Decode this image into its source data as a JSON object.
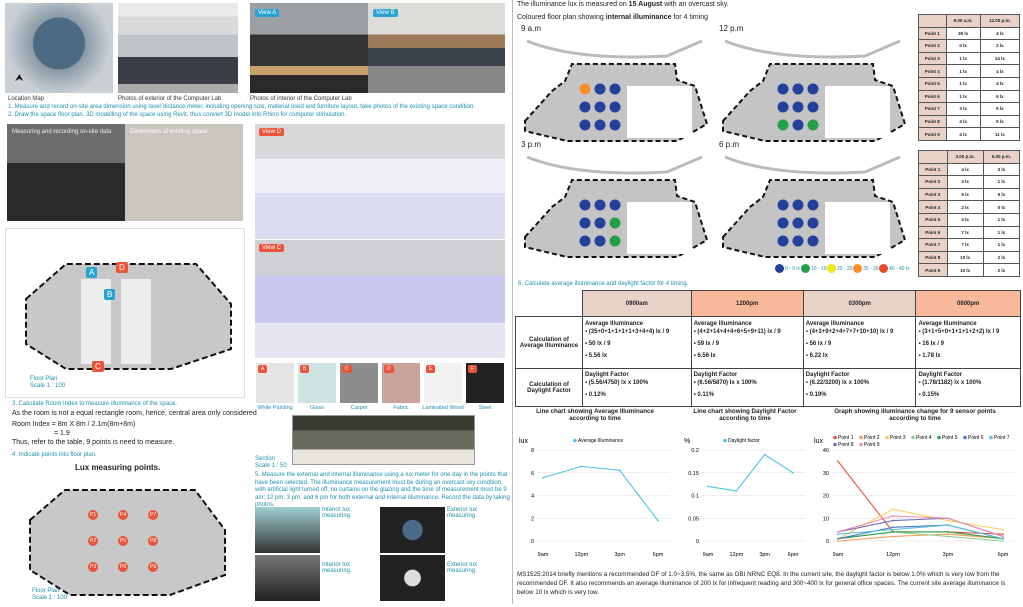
{
  "left": {
    "captions": {
      "location": "Location Map",
      "exterior": "Photos of exterior of the Computer Lab",
      "interior": "Photos of interior of the Computer Lab"
    },
    "view_tags": {
      "a": "View A",
      "b": "View B",
      "c": "View C",
      "d": "View D"
    },
    "steps": {
      "s1": "1. Measure and record on-site area dimension using laser distance meter, including opening size, material used and furniture layout, take photos of the existing space condition.",
      "s2": "2. Draw the space floor plan, 3D modelling of the space using Revit, thus convert 3D model into Rhino for computer stimulation.",
      "s3": "3. Calculate Room Index to measure illuminance of the space.",
      "s4": "4. Indicate points into floor plan.",
      "s5": "5. Measure the external and internal illuminance using a lux meter for one day in the points that have been selected. The illuminance measurement must be during an overcast sky condition, with artificial light turned off, no curtains on the glazing and the time of measurement must be 9 am; 12 pm; 3 pm; and 6 pm for both external and internal illuminance. Record the data by taking photos."
    },
    "photo_labels": {
      "measuring": "Measuring and recording on-site data",
      "dimensions": "Dimensions of existing space"
    },
    "floor_plan": {
      "title": "Floor Plan",
      "scale": "Scale 1 : 100",
      "markers": [
        "A",
        "B",
        "C",
        "D"
      ]
    },
    "room_index": {
      "l1": "As the room is not a equal rectangle room, hence, central area only considered",
      "l2": "Room Index = 8m X 8m / 2.1m(8m+8m)",
      "l3": "= 1.9",
      "l4": "Thus, refer to the table, 9 points is need to measure."
    },
    "lux_plan": {
      "title": "Lux measuring points.",
      "floor": "Floor Plan",
      "scale": "Scale 1 : 100",
      "points": [
        "P1",
        "P2",
        "P3",
        "P4",
        "P5",
        "P6",
        "P7",
        "P8",
        "P9"
      ]
    },
    "materials": [
      {
        "tag": "A",
        "name": "White Painting"
      },
      {
        "tag": "B",
        "name": "Glass"
      },
      {
        "tag": "C",
        "name": "Carpet"
      },
      {
        "tag": "D",
        "name": "Fabric"
      },
      {
        "tag": "E",
        "name": "Laminated Wood"
      },
      {
        "tag": "F",
        "name": "Steel"
      }
    ],
    "section": {
      "title": "Section",
      "scale": "Scale 1 : 50"
    },
    "lux_photos": {
      "interior1": "Interior lux measuring.",
      "exterior1": "Exterior lux measuring.",
      "interior2": "Interior lux measuring.",
      "exterior2": "Exterior lux measuring."
    }
  },
  "right": {
    "headline_pre": "The illuminance lux is measured on ",
    "headline_date": "15 August",
    "headline_post": " with an overcast sky.",
    "sub_pre": "Coloured floor plan showing ",
    "sub_bold": "internal illuminance",
    "sub_post": " for 4 timing",
    "plans": [
      {
        "label": "9 a.m"
      },
      {
        "label": "12 p.m"
      },
      {
        "label": "3 p.m"
      },
      {
        "label": "6 p.m"
      }
    ],
    "legend": [
      {
        "label": "0 - 9 lx",
        "color": "#23409a"
      },
      {
        "label": "10 - 19 lx",
        "color": "#22a04a"
      },
      {
        "label": "20 - 29 lx",
        "color": "#f2e51c"
      },
      {
        "label": "30 - 39 lx",
        "color": "#f7902a"
      },
      {
        "label": "40 - 49 lx",
        "color": "#ea4a2a"
      }
    ],
    "table1": {
      "headers": [
        "",
        "9.00 a.m.",
        "12.00 p.m."
      ],
      "rows": [
        [
          "Point 1",
          "35 lx",
          "4 lx"
        ],
        [
          "Point 2",
          "0 lx",
          "2 lx"
        ],
        [
          "Point 3",
          "1 lx",
          "14 lx"
        ],
        [
          "Point 4",
          "1 lx",
          "4 lx"
        ],
        [
          "Point 5",
          "1 lx",
          "4 lx"
        ],
        [
          "Point 6",
          "1 lx",
          "6 lx"
        ],
        [
          "Point 7",
          "3 lx",
          "5 lx"
        ],
        [
          "Point 8",
          "4 lx",
          "9 lx"
        ],
        [
          "Point 9",
          "4 lx",
          "11 lx"
        ]
      ]
    },
    "table2": {
      "headers": [
        "",
        "3.00 p.m.",
        "6.00 p.m."
      ],
      "rows": [
        [
          "Point 1",
          "4 lx",
          "3 lx"
        ],
        [
          "Point 2",
          "3 lx",
          "1 lx"
        ],
        [
          "Point 3",
          "9 lx",
          "5 lx"
        ],
        [
          "Point 4",
          "2 lx",
          "0 lx"
        ],
        [
          "Point 5",
          "4 lx",
          "1 lx"
        ],
        [
          "Point 6",
          "7 lx",
          "1 lx"
        ],
        [
          "Point 7",
          "7 lx",
          "1 lx"
        ],
        [
          "Point 8",
          "10 lx",
          "2 lx"
        ],
        [
          "Point 9",
          "10 lx",
          "2 lx"
        ]
      ]
    },
    "step6": "6. Calculate average illuminance and daylight factor for 4 timing.",
    "calc": {
      "headers": [
        "0900am",
        "1200pm",
        "0300pm",
        "0600pm"
      ],
      "row1_label": "Calculation of Average Illuminance",
      "row2_label": "Calculation of Daylight Factor",
      "avg": [
        {
          "t": "Average Illuminance",
          "f": "▪ (35+0+1+1+1+1+3+4+4) lx / 9",
          "s": "▪ 50 lx / 9",
          "r": "▪ 5.56 lx"
        },
        {
          "t": "Average Illuminance",
          "f": "▪ (4+2+14+4+4+6+5+9+11) lx / 9",
          "s": "▪ 59 lx / 9",
          "r": "▪ 6.56 lx"
        },
        {
          "t": "Average Illuminance",
          "f": "▪ (4+3+9+2+4+7+7+10+10) lx / 9",
          "s": "▪ 56 lx / 9",
          "r": "▪ 6.22 lx"
        },
        {
          "t": "Average Illuminance",
          "f": "▪ (3+1+5+0+1+1+1+2+2) lx / 9",
          "s": "▪ 16 lx / 9",
          "r": "▪ 1.78 lx"
        }
      ],
      "df": [
        {
          "t": "Daylight Factor",
          "f": "▪ (5.56/4750) lx x 100%",
          "r": "▪ 0.12%"
        },
        {
          "t": "Daylight Factor",
          "f": "▪ (6.56/5870) lx x 100%",
          "r": "▪ 0.11%"
        },
        {
          "t": "Daylight Factor",
          "f": "▪ (6.22/3200) lx x 100%",
          "r": "▪ 0.19%"
        },
        {
          "t": "Daylight Factor",
          "f": "▪ (1.78/1182) lx x 100%",
          "r": "▪ 0.15%"
        }
      ]
    },
    "conclusion": "MS1525:2014 briefly mentions a recommended DF of 1.0~3.5%, the same as GBI NRNC EQ8. In the current site, the daylight factor is below 1.0% which is very low from the recommended DF. It also recommends an average illuminance of 200 lx for infrequent reading and 300~400 lx for general office spaces. The current site average illuminance is below 10 lx which is very low."
  },
  "chart_data": [
    {
      "type": "line",
      "title": "Line chart showing Average Illuminance according to time",
      "ylabel": "lux",
      "categories": [
        "9am",
        "12pm",
        "3pm",
        "6pm"
      ],
      "ylim": [
        0,
        8
      ],
      "yticks": [
        "0",
        "2",
        "4",
        "6",
        "8"
      ],
      "series": [
        {
          "name": "Average Illuminance",
          "values": [
            5.56,
            6.56,
            6.22,
            1.78
          ],
          "color": "#4cc3e6"
        }
      ]
    },
    {
      "type": "line",
      "title": "Line chart showing  Daylight Factor according to time",
      "ylabel": "%",
      "categories": [
        "9am",
        "12pm",
        "3pm",
        "6pm"
      ],
      "ylim": [
        0,
        0.2
      ],
      "yticks": [
        "0",
        "0.05",
        "0.1",
        "0.15",
        "0.2"
      ],
      "series": [
        {
          "name": "Daylight factor",
          "values": [
            0.12,
            0.11,
            0.19,
            0.15
          ],
          "color": "#4cc3e6"
        }
      ]
    },
    {
      "type": "line",
      "title": "Graph showing illuminance change for 9 sensor points according to time",
      "ylabel": "lux",
      "categories": [
        "9am",
        "12pm",
        "3pm",
        "6pm"
      ],
      "ylim": [
        0,
        40
      ],
      "yticks": [
        "0",
        "10",
        "20",
        "30",
        "40"
      ],
      "series": [
        {
          "name": "Point 1",
          "values": [
            35,
            4,
            4,
            3
          ],
          "color": "#ea553a"
        },
        {
          "name": "Point 2",
          "values": [
            0,
            2,
            3,
            1
          ],
          "color": "#f5a05a"
        },
        {
          "name": "Point 3",
          "values": [
            1,
            14,
            9,
            5
          ],
          "color": "#f7d25a"
        },
        {
          "name": "Point 4",
          "values": [
            1,
            4,
            2,
            0
          ],
          "color": "#8fd18f"
        },
        {
          "name": "Point 5",
          "values": [
            1,
            4,
            4,
            1
          ],
          "color": "#2e9e4f"
        },
        {
          "name": "Point 6",
          "values": [
            1,
            6,
            7,
            1
          ],
          "color": "#4a7cc9"
        },
        {
          "name": "Point 7",
          "values": [
            3,
            5,
            7,
            1
          ],
          "color": "#5bc0de"
        },
        {
          "name": "Point 8",
          "values": [
            4,
            9,
            10,
            2
          ],
          "color": "#6f6fb5"
        },
        {
          "name": "Point 9",
          "values": [
            4,
            11,
            10,
            2
          ],
          "color": "#ef8fb5"
        }
      ]
    }
  ]
}
